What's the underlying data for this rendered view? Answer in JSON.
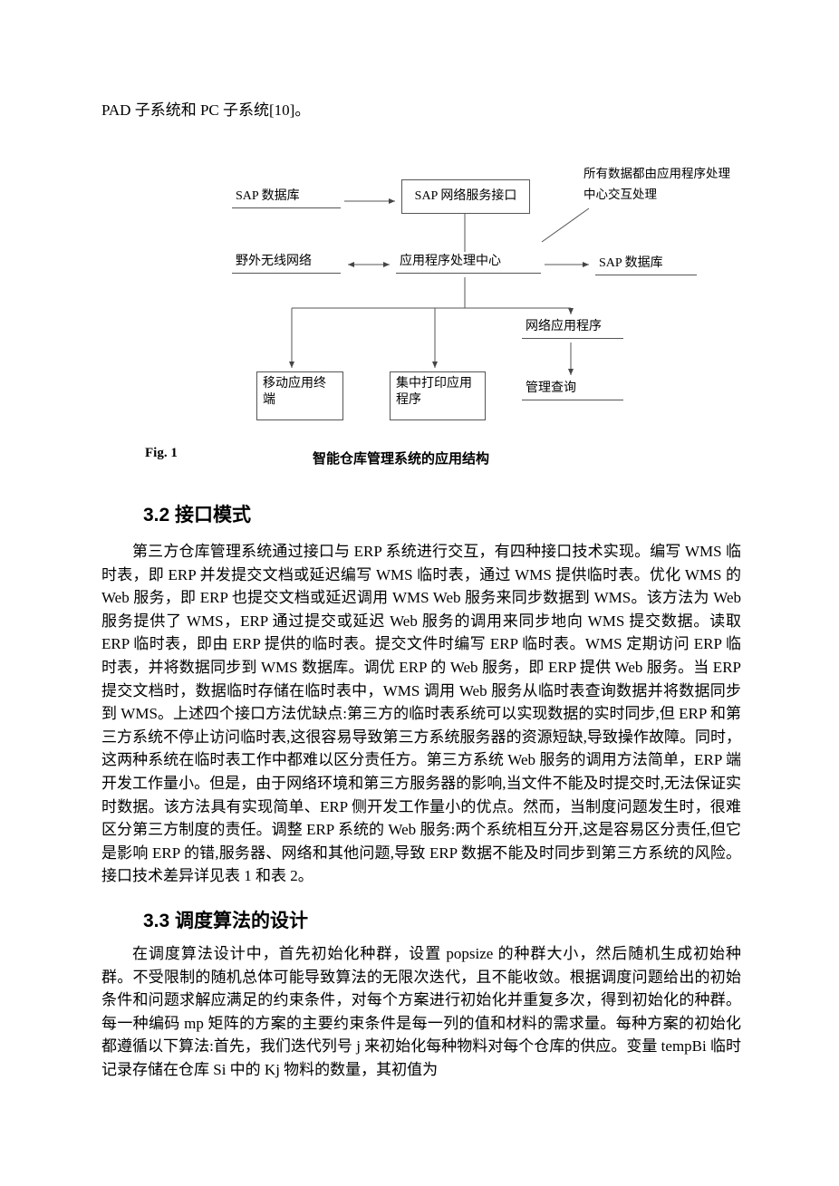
{
  "doc": {
    "intro": "PAD 子系统和 PC 子系统[10]。"
  },
  "figure": {
    "label": "Fig. 1",
    "caption": "智能仓库管理系统的应用结构",
    "annotation_line1": "所有数据都由应用程序处理",
    "annotation_line2": "中心交互处理",
    "nodes": {
      "sap_db_left": "SAP 数据库",
      "sap_web_service_interface": "SAP  网络服务接口",
      "field_wireless_network": "野外无线网络",
      "app_processing_center": "应用程序处理中心",
      "sap_db_right": "SAP 数据库",
      "mobile_app_terminal": "移动应用终端",
      "central_print_app": "集中打印应用程序",
      "web_application": "网络应用程序",
      "management_query": "管理查询"
    }
  },
  "sections": [
    {
      "heading": "3.2 接口模式",
      "body": "第三方仓库管理系统通过接口与 ERP 系统进行交互，有四种接口技术实现。编写 WMS 临时表，即 ERP 并发提交文档或延迟编写 WMS 临时表，通过 WMS 提供临时表。优化 WMS 的 Web 服务，即 ERP 也提交文档或延迟调用 WMS Web 服务来同步数据到 WMS。该方法为 Web 服务提供了 WMS，ERP 通过提交或延迟 Web 服务的调用来同步地向 WMS 提交数据。读取 ERP 临时表，即由 ERP 提供的临时表。提交文件时编写 ERP 临时表。WMS 定期访问 ERP 临时表，并将数据同步到 WMS 数据库。调优 ERP 的 Web 服务，即 ERP 提供 Web 服务。当 ERP 提交文档时，数据临时存储在临时表中，WMS 调用 Web 服务从临时表查询数据并将数据同步到 WMS。上述四个接口方法优缺点:第三方的临时表系统可以实现数据的实时同步,但 ERP 和第三方系统不停止访问临时表,这很容易导致第三方系统服务器的资源短缺,导致操作故障。同时，这两种系统在临时表工作中都难以区分责任方。第三方系统 Web 服务的调用方法简单，ERP 端开发工作量小。但是，由于网络环境和第三方服务器的影响,当文件不能及时提交时,无法保证实时数据。该方法具有实现简单、ERP 侧开发工作量小的优点。然而，当制度问题发生时，很难区分第三方制度的责任。调整 ERP 系统的 Web 服务:两个系统相互分开,这是容易区分责任,但它是影响 ERP 的错,服务器、网络和其他问题,导致 ERP 数据不能及时同步到第三方系统的风险。接口技术差异详见表 1 和表 2。"
    },
    {
      "heading": "3.3 调度算法的设计",
      "body": "在调度算法设计中，首先初始化种群，设置 popsize 的种群大小，然后随机生成初始种群。不受限制的随机总体可能导致算法的无限次迭代，且不能收敛。根据调度问题给出的初始条件和问题求解应满足的约束条件，对每个方案进行初始化并重复多次，得到初始化的种群。每一种编码 mp 矩阵的方案的主要约束条件是每一列的值和材料的需求量。每种方案的初始化都遵循以下算法:首先，我们迭代列号 j 来初始化每种物料对每个仓库的供应。变量 tempBi 临时记录存储在仓库 Si 中的 Kj 物料的数量，其初值为"
    }
  ]
}
